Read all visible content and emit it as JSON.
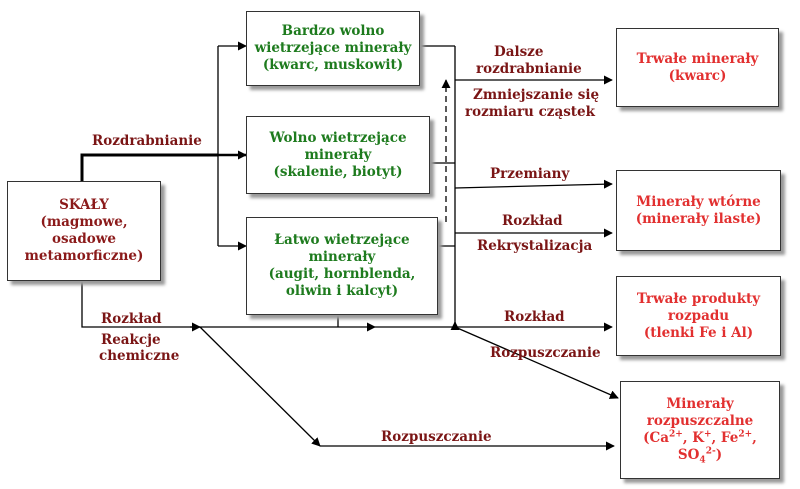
{
  "boxes": {
    "rocks": {
      "title": "SKAŁY",
      "line1": "(magmowe, osadowe",
      "line2": "metamorficzne)"
    },
    "very_slow": {
      "line1": "Bardzo wolno",
      "line2": "wietrzejące minerały",
      "line3": "(kwarc, muskowit)"
    },
    "slow": {
      "line1": "Wolno wietrzejące",
      "line2": "minerały",
      "line3": "(skalenie, biotyt)"
    },
    "easy": {
      "line1": "Łatwo wietrzejące",
      "line2": "minerały",
      "line3": "(augit, hornblenda,",
      "line4": "oliwin i kalcyt)"
    },
    "stable": {
      "line1": "Trwałe minerały",
      "line2": "(kwarc)"
    },
    "secondary": {
      "line1": "Minerały wtórne",
      "line2": "(minerały ilaste)"
    },
    "decay_products": {
      "line1": "Trwałe produkty",
      "line2": "rozpadu",
      "line3": "(tlenki Fe i Al)"
    },
    "soluble": {
      "line1": "Minerały",
      "line2": "rozpuszczalne",
      "ion_open": "(Ca",
      "ion_ca_charge": "2+",
      "ion_k": ", K",
      "ion_k_charge": "+",
      "ion_fe": ", Fe",
      "ion_fe_charge": "2+",
      "ion_comma": ",",
      "ion_so": "SO",
      "ion_so_sub": "4",
      "ion_so_charge": "2-",
      "ion_close": ")"
    }
  },
  "labels": {
    "rozdrabnianie": "Rozdrabnianie",
    "dalsze": "Dalsze",
    "rozdrabnianie2": "rozdrabnianie",
    "zmniejszanie": "Zmniejszanie się",
    "rozmiaru": "rozmiaru cząstek",
    "przemiany": "Przemiany",
    "rozklad_top": "Rozkład",
    "rekrystalizacja": "Rekrystalizacja",
    "rozklad_left": "Rozkład",
    "reakcje": "Reakcje",
    "chemiczne": "chemiczne",
    "rozklad_right": "Rozkład",
    "rozpuszczanie_right": "Rozpuszczanie",
    "rozpuszczanie_bottom": "Rozpuszczanie"
  },
  "colors": {
    "rock_text": "#8b1a1a",
    "weathering_text": "#1e7b1e",
    "product_text": "#e23030",
    "label_text": "#7a1515"
  }
}
